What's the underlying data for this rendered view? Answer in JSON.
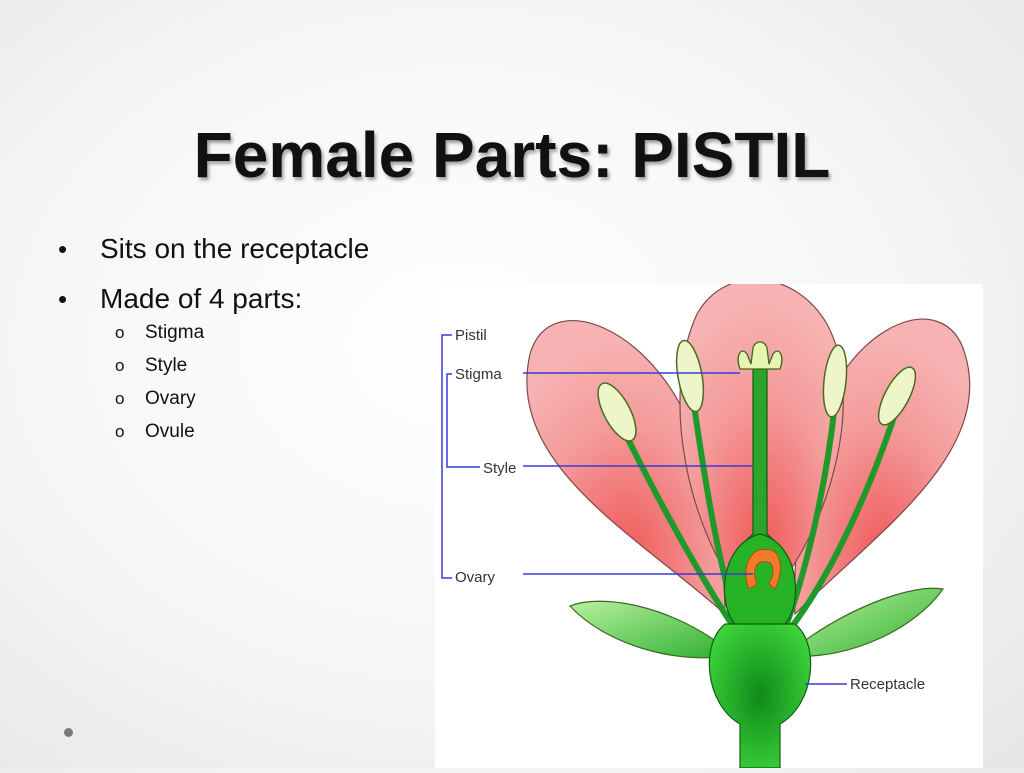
{
  "slide": {
    "title": "Female Parts: PISTIL",
    "bullets": [
      "Sits on the receptacle",
      "Made of 4 parts:"
    ],
    "subitems": [
      "Stigma",
      "Style",
      "Ovary",
      "Ovule"
    ]
  },
  "diagram": {
    "labels": {
      "pistil": "Pistil",
      "stigma": "Stigma",
      "style": "Style",
      "ovary": "Ovary",
      "receptacle": "Receptacle"
    }
  },
  "colors": {
    "petal": "#f49b9b",
    "petal_inner": "#f06a6a",
    "stem": "#1fa92a",
    "leader_line": "#3a3ad8",
    "ovule": "#f07b2a"
  }
}
